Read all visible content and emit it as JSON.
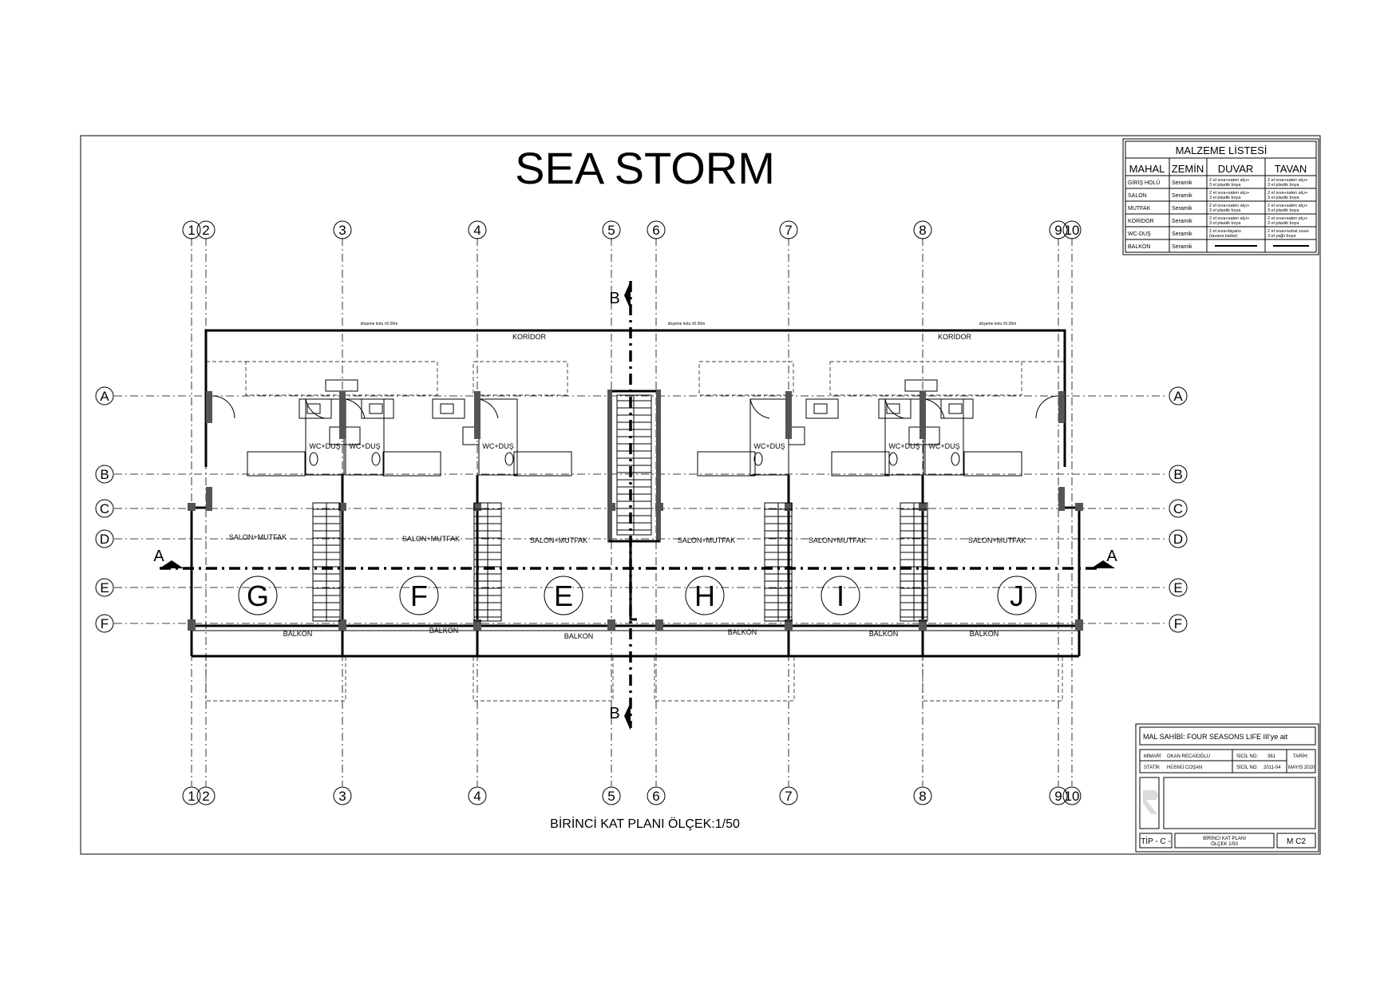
{
  "drawing": {
    "title": "SEA STORM",
    "caption": "BİRİNCİ KAT PLANI  ÖLÇEK:1/50"
  },
  "material_list": {
    "title": "MALZEME LİSTESİ",
    "headers": [
      "MAHAL",
      "ZEMİN",
      "DUVAR",
      "TAVAN"
    ],
    "rows": [
      {
        "mahal": "GİRİŞ HOLÜ",
        "zemin": "Seramik",
        "duvar": [
          "2 el sıva+saten alçı+",
          "3 el plastik boya"
        ],
        "tavan": [
          "2 el sıva+saten alçı+",
          "3 el plastik boya"
        ]
      },
      {
        "mahal": "SALON",
        "zemin": "Seramik",
        "duvar": [
          "2 el sıva+saten alçı+",
          "3 el plastik boya"
        ],
        "tavan": [
          "2 el sıva+saten alçı+",
          "3 el plastik boya"
        ]
      },
      {
        "mahal": "MUTFAK",
        "zemin": "Seramik",
        "duvar": [
          "2 el sıva+saten alçı+",
          "3 el plastik boya"
        ],
        "tavan": [
          "2 el sıva+saten alçı+",
          "3 el plastik boya"
        ]
      },
      {
        "mahal": "KORİDOR",
        "zemin": "Seramik",
        "duvar": [
          "2 el sıva+saten alçı+",
          "3 el plastik boya"
        ],
        "tavan": [
          "2 el sıva+saten alçı+",
          "3 el plastik boya"
        ]
      },
      {
        "mahal": "WC-DUŞ",
        "zemin": "Seramik",
        "duvar": [
          "2 el sıva+fayans",
          "(tavana kadar)"
        ],
        "tavan": [
          "2 el sıva+nutral sıva+",
          "3 el yağlı boya"
        ]
      },
      {
        "mahal": "BALKON",
        "zemin": "Seramik",
        "duvar": [
          "",
          ""
        ],
        "tavan": [
          "",
          ""
        ]
      }
    ]
  },
  "grid": {
    "columns": [
      "1",
      "2",
      "3",
      "4",
      "5",
      "6",
      "7",
      "8",
      "9",
      "10"
    ],
    "rows": [
      "A",
      "B",
      "C",
      "D",
      "E",
      "F"
    ]
  },
  "sections": {
    "a": "A",
    "b": "B"
  },
  "rooms": {
    "corridor": "KORİDOR",
    "wc": "WC+DUŞ",
    "living": "SALON+MUTFAK",
    "balcony": "BALKON"
  },
  "units": [
    "G",
    "F",
    "E",
    "H",
    "I",
    "J"
  ],
  "dim_note": "döşeme kotu ±0.00m",
  "title_block": {
    "owner_label": "MAL SAHİBİ:",
    "owner": "FOUR SEASONS LIFE III'ye ait",
    "architect_label": "MİMARİ",
    "architect": "OKAN  RECAİOĞLU",
    "static_label": "STATİK",
    "static": "HÜSNÜ COŞAN",
    "sicil_label": "SİCİL NO:",
    "sicil_arch": "361",
    "sicil_static": "2011-04",
    "date_label": "TARİH:",
    "date": "MAYIS 2020",
    "type": "TİP - C -",
    "sheet_desc": "BİRİNCİ KAT PLANI",
    "sheet_scale": "ÖLÇEK 1/50",
    "sheet_no": "M C2"
  }
}
